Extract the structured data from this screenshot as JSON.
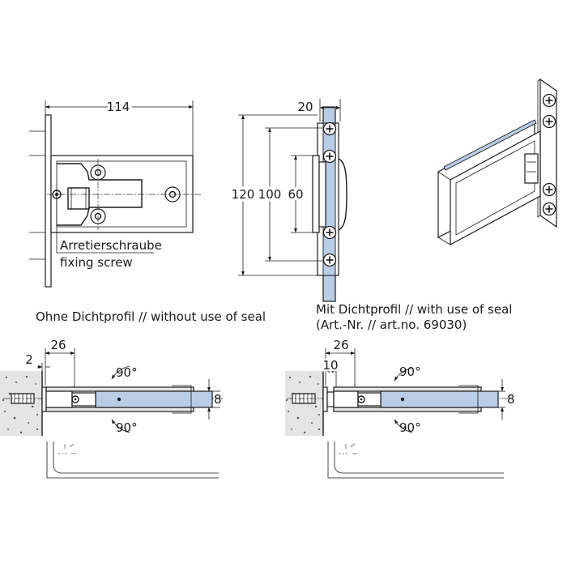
{
  "labels": {
    "dim_width": "114",
    "dim_depth": "20",
    "dim_120": "120",
    "dim_100": "100",
    "dim_60": "60",
    "fixing_de": "Arretierschraube",
    "fixing_en": "fixing screw",
    "left_title": "Ohne Dichtprofil // without use of seal",
    "right_title_1": "Mit Dichtprofil // with use of seal",
    "right_title_2": "(Art.-Nr. // art.no. 69030)",
    "left_dim_2": "2",
    "left_dim_26": "26",
    "right_dim_10": "10",
    "right_dim_26": "26",
    "angle_top": "90°",
    "angle_bottom": "90°",
    "glass_thickness": "8"
  },
  "colors": {
    "glass": "#b9cde6",
    "metal": "#e6e6e6",
    "line": "#1a1a1a"
  }
}
